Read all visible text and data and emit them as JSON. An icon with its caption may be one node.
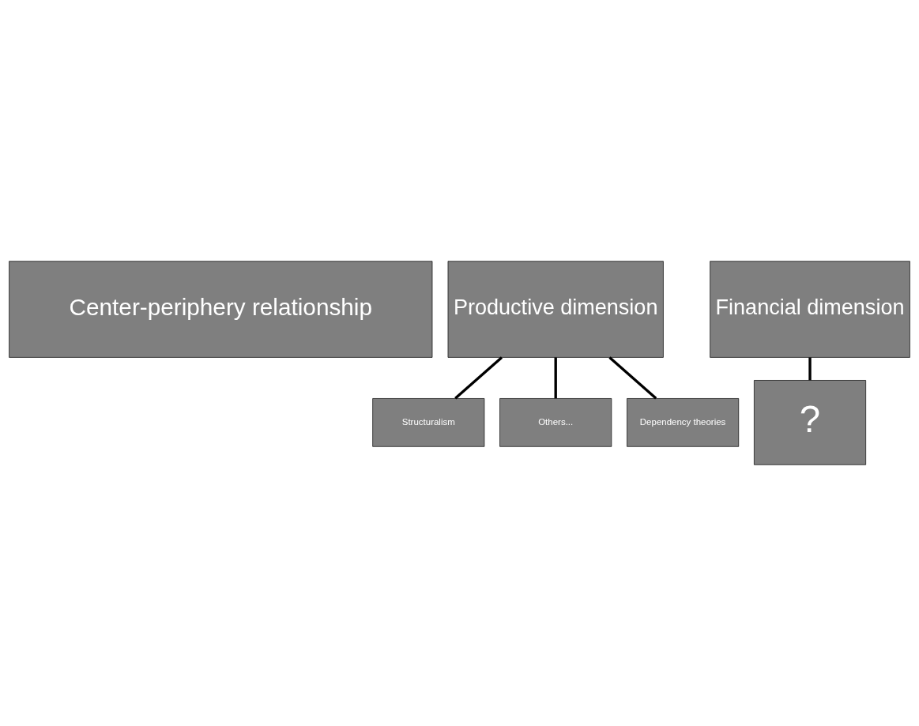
{
  "diagram": {
    "nodes": [
      {
        "text": [
          "Center-periphery relationship"
        ]
      },
      {
        "text": [
          "Productive dimension"
        ]
      },
      {
        "text": [
          "Financial dimension"
        ]
      },
      {
        "text": [
          "Structuralism"
        ]
      },
      {
        "text": [
          "Others..."
        ]
      },
      {
        "text": [
          "Dependency theories"
        ]
      },
      {
        "text": [
          "?"
        ]
      }
    ],
    "edges": [
      {
        "from": 1,
        "to": 3,
        "arrow": "none"
      },
      {
        "from": 1,
        "to": 4,
        "arrow": "none"
      },
      {
        "from": 1,
        "to": 5,
        "arrow": "none"
      },
      {
        "from": 2,
        "to": 6,
        "arrow": "none"
      }
    ]
  }
}
